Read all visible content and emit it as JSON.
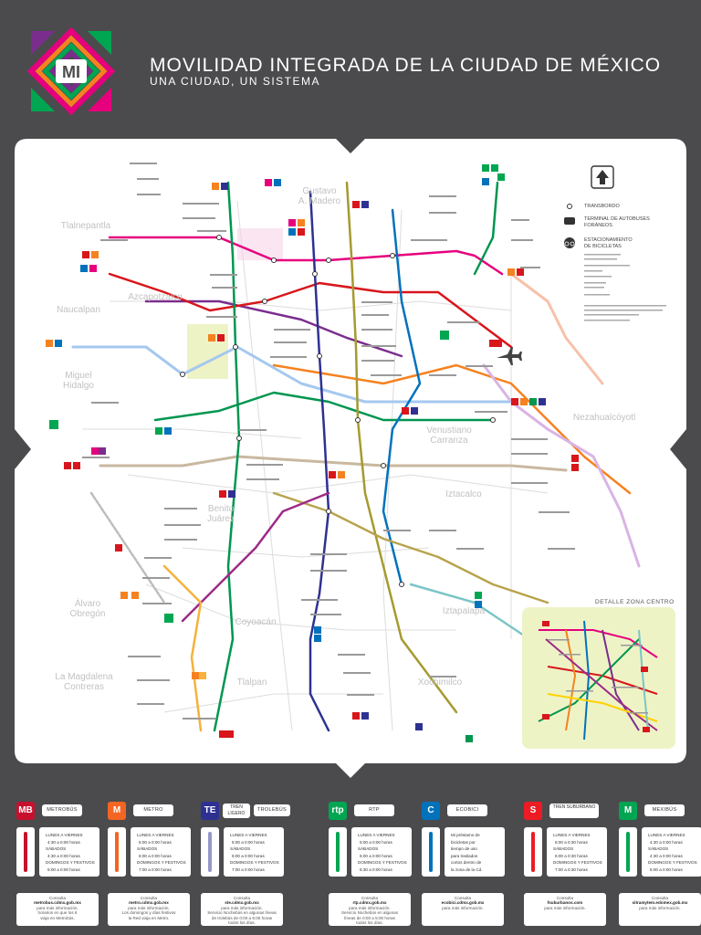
{
  "header": {
    "title": "MOVILIDAD INTEGRADA DE LA CIUDAD DE MÉXICO",
    "subtitle": "UNA CIUDAD, UN SISTEMA",
    "logo_text": "MI"
  },
  "colors": {
    "background": "#4b4b4d",
    "map_bg": "#ffffff",
    "metrobus": "#c8102e",
    "metro": "#f26522",
    "tren_ligero": "#2e3192",
    "rtp": "#00a651",
    "ecobici": "#0072bc",
    "suburbano": "#ed1c24",
    "mexibus": "#00a651",
    "linea_1": "#e6007e",
    "linea_2": "#0066b3",
    "linea_3": "#a59a2f",
    "linea_4": "#7cc5c6",
    "linea_5": "#ffd200",
    "linea_6": "#d8161b",
    "linea_7": "#f58220",
    "linea_8": "#009650",
    "linea_9": "#7a4b2a",
    "linea_a": "#9e2a87",
    "linea_b": "#aaaaaa",
    "linea_12": "#b8a34c"
  },
  "map": {
    "districts": [
      {
        "id": "gustavo",
        "lines": [
          "Gustavo",
          "A. Madero"
        ]
      },
      {
        "id": "tlalnepantla",
        "lines": [
          "Tlalnepantla"
        ]
      },
      {
        "id": "azcapotzalco",
        "lines": [
          "Azcapotzalco"
        ]
      },
      {
        "id": "naucalpan",
        "lines": [
          "Naucalpan"
        ]
      },
      {
        "id": "miguel",
        "lines": [
          "Miguel",
          "Hidalgo"
        ]
      },
      {
        "id": "nezahualcoyotl",
        "lines": [
          "Nezahualcóyotl"
        ]
      },
      {
        "id": "venustiano",
        "lines": [
          "Venustiano",
          "Carranza"
        ]
      },
      {
        "id": "benito",
        "lines": [
          "Benito",
          "Juárez"
        ]
      },
      {
        "id": "iztacalco",
        "lines": [
          "Iztacalco"
        ]
      },
      {
        "id": "alvaro",
        "lines": [
          "Álvaro",
          "Obregón"
        ]
      },
      {
        "id": "iztapalapa",
        "lines": [
          "Iztapalapa"
        ]
      },
      {
        "id": "coyoacan",
        "lines": [
          "Coyoacán"
        ]
      },
      {
        "id": "magdalena",
        "lines": [
          "La Magdalena",
          "Contreras"
        ]
      },
      {
        "id": "tlalpan",
        "lines": [
          "Tlalpan"
        ]
      },
      {
        "id": "xochimilco",
        "lines": [
          "Xochimilco"
        ]
      }
    ],
    "legend": {
      "transbordo": "TRANSBORDO",
      "terminal": "TERMINAL DE AUTOBUSES",
      "terminal_2": "FORÁNEOS",
      "ecobici": "ESTACIONAMIENTO",
      "ecobici_2": "DE BICICLETAS"
    },
    "detail_title": "DETALLE ZONA CENTRO"
  },
  "panels": [
    {
      "id": "metrobus",
      "icon": "MB",
      "icon_name": "metrobus-icon",
      "color": "#c8102e",
      "label": "METROBÚS",
      "schedule": [
        "LUNES A VIERNES",
        "4:30 a 0:00 horas",
        "SÁBADOS",
        "4:30 a 0:00 horas",
        "DOMINGOS Y FESTIVOS",
        "5:00 a 0:00 horas"
      ],
      "contact": [
        "Consulta",
        "metrobus.cdmx.gob.mx",
        "para más información,",
        "horarios en que los 6",
        "viaja en Metrobús."
      ]
    },
    {
      "id": "metro",
      "icon": "M",
      "icon_name": "metro-icon",
      "color": "#f26522",
      "label": "METRO",
      "schedule": [
        "LUNES A VIERNES",
        "5:00 a 0:00 horas",
        "SÁBADOS",
        "6:00 a 0:00 horas",
        "DOMINGOS Y FESTIVOS",
        "7:00 a 0:00 horas"
      ],
      "contact": [
        "Consulta",
        "metro.cdmx.gob.mx",
        "para más información.",
        "Los domingos y días festivos",
        "la Red viaja en Metro."
      ]
    },
    {
      "id": "tren_ligero",
      "icon": "TE",
      "icon_name": "tren-ligero-icon",
      "color": "#2e3192",
      "label": "TREN LIGERO",
      "label_b": "TROLEBÚS",
      "schedule": [
        "LUNES A VIERNES",
        "5:00 a 0:00 horas",
        "SÁBADOS",
        "6:00 a 0:00 horas",
        "DOMINGOS Y FESTIVOS",
        "7:00 a 0:00 horas"
      ],
      "contact": [
        "Consulta",
        "ste.cdmx.gob.mx",
        "para más información.",
        "Servicio Nochebús en algunas líneas",
        "de trolebús de 0:00 a 5:00 horas",
        "todos los días."
      ]
    },
    {
      "id": "rtp",
      "icon": "rtp",
      "icon_name": "rtp-icon",
      "color": "#00a651",
      "label": "RTP",
      "schedule": [
        "LUNES A VIERNES",
        "5:00 a 0:00 horas",
        "SÁBADOS",
        "6:00 a 0:00 horas",
        "DOMINGOS Y FESTIVOS",
        "6:30 a 0:00 horas"
      ],
      "contact": [
        "Consulta",
        "rtp.cdmx.gob.mx",
        "para más información.",
        "Servicio Nochebús en algunas",
        "líneas de 0:00 a 5:00 horas",
        "todos los días."
      ]
    },
    {
      "id": "ecobici",
      "icon": "C",
      "icon_name": "ecobici-icon",
      "color": "#0072bc",
      "label": "ECOBICI",
      "schedule": [
        "Mi préstamo de",
        "bicicletas por",
        "tiempo de uso",
        "para traslados",
        "cortos dentro de",
        "la zona de la Cd."
      ],
      "contact": [
        "Consulta",
        "ecobici.cdmx.gob.mx",
        "para más información."
      ]
    },
    {
      "id": "suburbano",
      "icon": "S",
      "icon_name": "suburbano-icon",
      "color": "#ed1c24",
      "label": "TREN SUBURBANO",
      "schedule": [
        "LUNES A VIERNES",
        "5:00 a 0:30 horas",
        "SÁBADOS",
        "6:00 a 0:30 horas",
        "DOMINGOS Y FESTIVOS",
        "7:00 a 0:30 horas"
      ],
      "contact": [
        "Consulta",
        "fsuburbanos.com",
        "para más información."
      ]
    },
    {
      "id": "mexibus",
      "icon": "M",
      "icon_name": "mexibus-icon",
      "color": "#00a651",
      "label": "MEXIBÚS",
      "schedule": [
        "LUNES A VIERNES",
        "4:30 a 0:00 horas",
        "SÁBADOS",
        "4:30 a 0:00 horas",
        "DOMINGOS Y FESTIVOS",
        "5:00 a 0:00 horas"
      ],
      "contact": [
        "Consulta",
        "sitramytem.edomex.gob.mx",
        "para más información."
      ]
    }
  ]
}
